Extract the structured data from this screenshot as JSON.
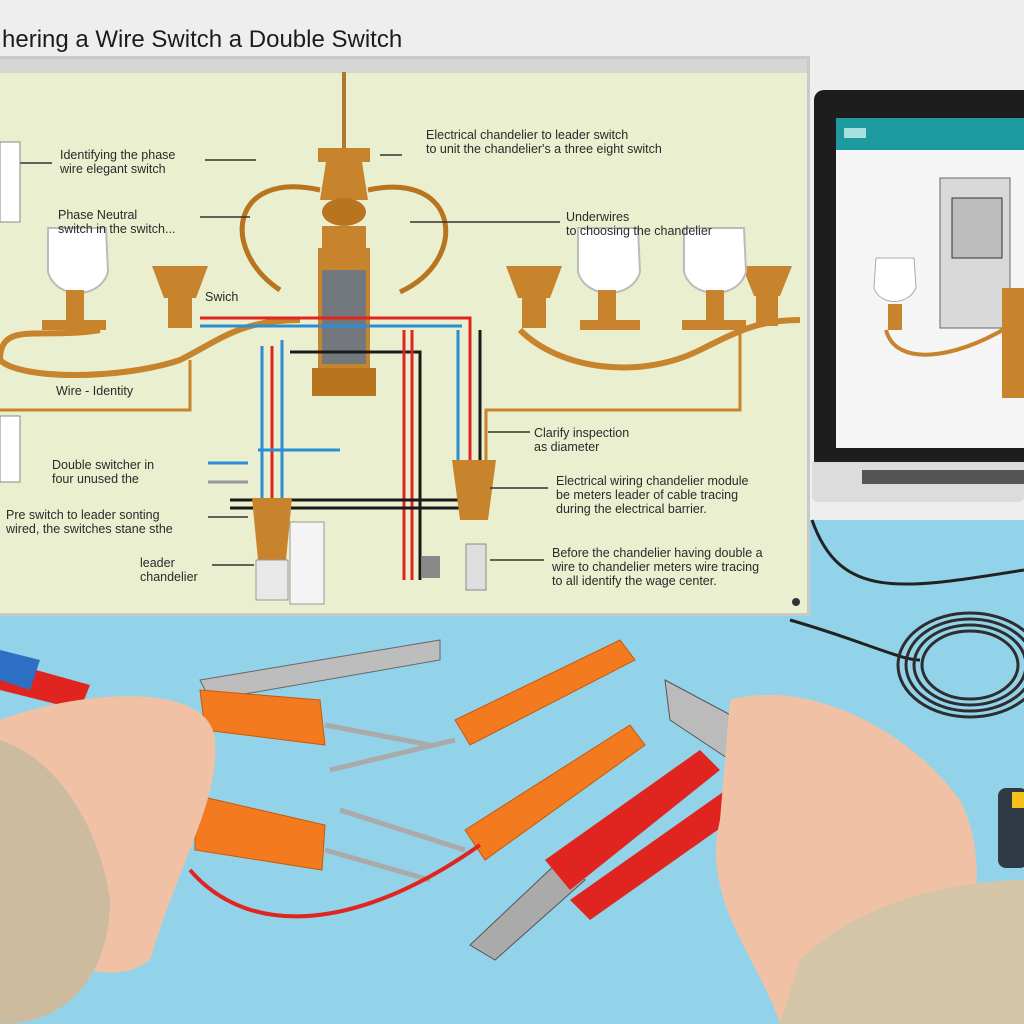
{
  "diagram": {
    "title": "hering a Wire Switch  a Double Switch",
    "labels": {
      "phase_identify": [
        "Identifying the phase",
        "wire elegant switch"
      ],
      "phase_neutral": [
        "Phase Neutral",
        "switch in the switch..."
      ],
      "swich": "Swich",
      "wire_identity": "Wire - Identity",
      "double_switch": [
        "Double switcher in",
        "four unused the"
      ],
      "pre_switch": [
        "Pre switch to leader sonting",
        "wired, the switches stane sthe"
      ],
      "leader_chandelier": [
        "leader",
        "chandelier"
      ],
      "top_right": [
        "Electrical chandelier to leader switch",
        "to unit the chandelier's a three eight switch"
      ],
      "underwires": [
        "Underwires",
        "to choosing the chandelier"
      ],
      "clarify_inspection": [
        "Clarify inspection",
        "as diameter"
      ],
      "electrical_wiring": [
        "Electrical wiring chandelier module",
        "be meters leader of cable tracing",
        "during the electrical barrier."
      ],
      "before_chandelier": [
        "Before the chandelier having double a",
        "wire to chandelier meters wire tracing",
        "to all identify the wage center."
      ]
    }
  },
  "colors": {
    "board": "#e9efcf",
    "brass": "#c7842d",
    "wire_red": "#e0241f",
    "wire_blue": "#2c8fd6",
    "wire_black": "#1a1a1a",
    "desk": "#93d3ea",
    "tool_orange": "#f47a1f"
  },
  "laptop": {
    "screen_header_color": "#1c9aa0"
  }
}
